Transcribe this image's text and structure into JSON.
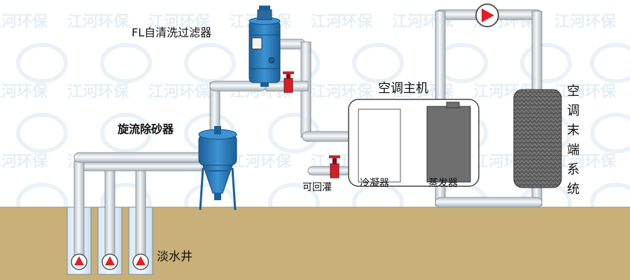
{
  "labels": {
    "filter": "FL自清洗过滤器",
    "separator": "旋流除砂器",
    "ac_host": "空调主机",
    "recharge": "可回灌",
    "condenser": "冷凝器",
    "evaporator": "蒸发器",
    "terminal": [
      "空",
      "调",
      "末",
      "端",
      "系",
      "统"
    ],
    "well": "淡水井"
  },
  "watermark": {
    "text": "江河环保"
  },
  "colors": {
    "pipe_fill": "#eceff2",
    "pipe_stroke": "#8c96a0",
    "ground": "#c8b078",
    "valve": "#d0202a",
    "pump_arrow": "#e01f26",
    "separator_body": "#2a7fc0",
    "evaporator": "#6f6f6f",
    "terminal_unit": "#555555"
  },
  "icons": [
    "pump-icon",
    "valve-icon",
    "well-pump-icon",
    "filter-unit",
    "cyclone-separator"
  ]
}
